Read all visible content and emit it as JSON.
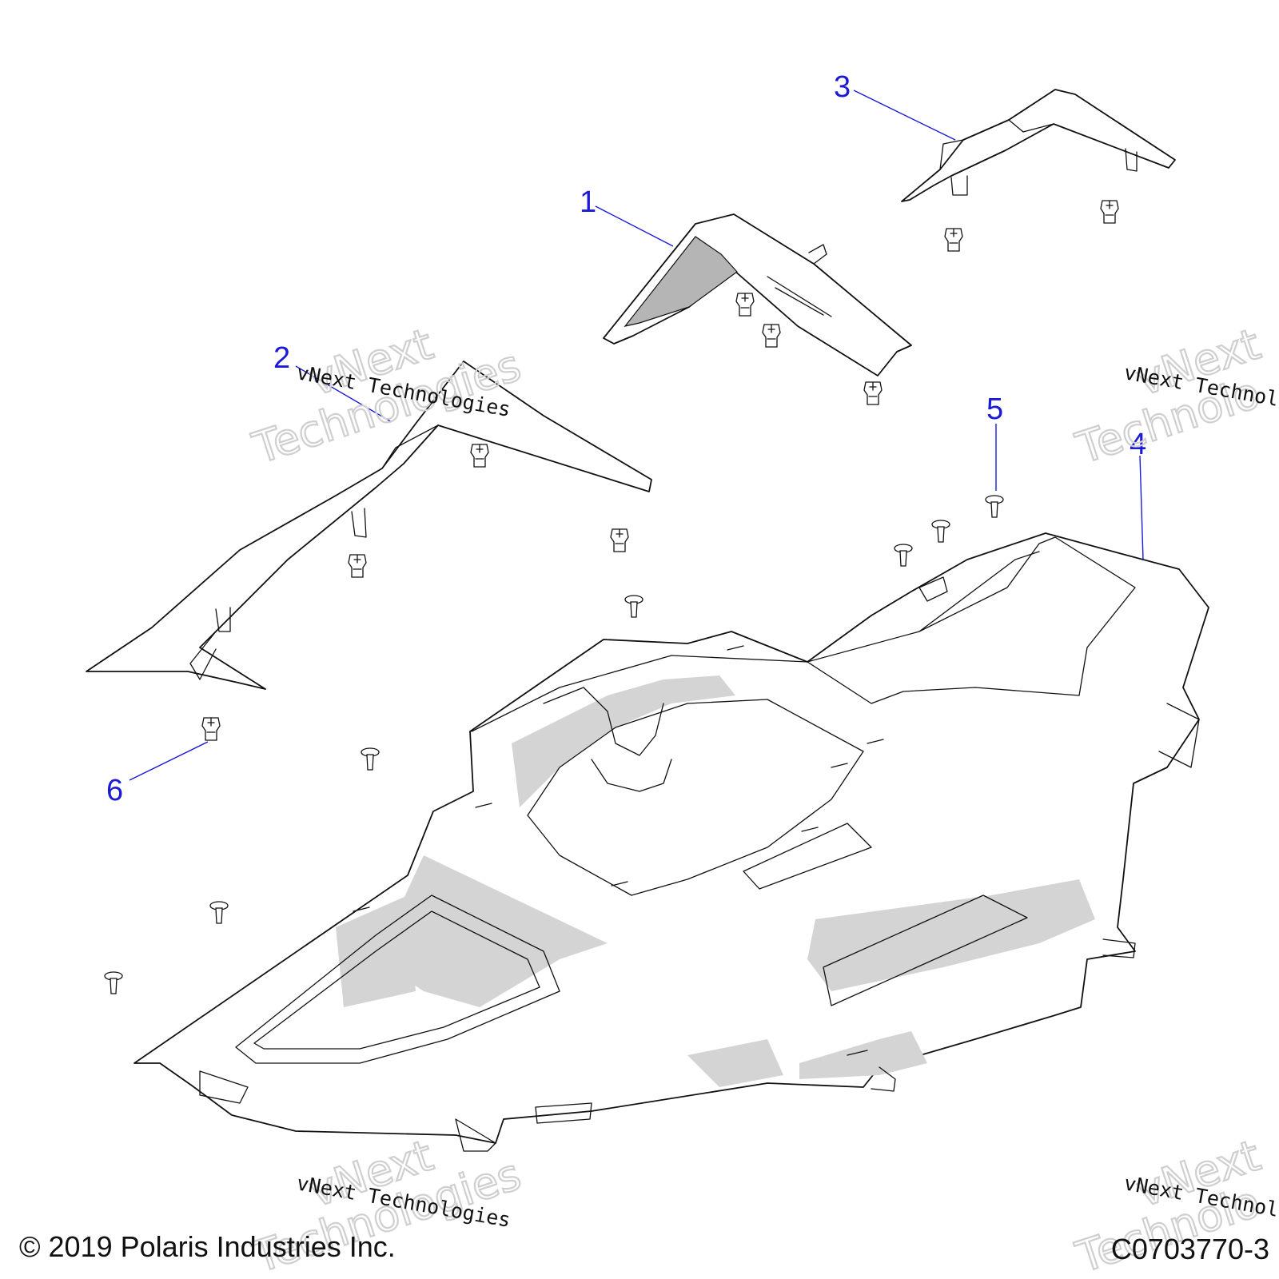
{
  "diagram": {
    "callouts": [
      {
        "id": "1",
        "label": "1"
      },
      {
        "id": "2",
        "label": "2"
      },
      {
        "id": "3",
        "label": "3"
      },
      {
        "id": "4",
        "label": "4"
      },
      {
        "id": "5",
        "label": "5"
      },
      {
        "id": "6",
        "label": "6"
      }
    ],
    "watermark": {
      "small_text": "vNext Technologies",
      "big_line_1": "vNext",
      "big_line_2": "Technologies",
      "small_text_cropped": "vNext Technolo",
      "big_line_2_cropped": "Technolo"
    },
    "footer": {
      "copyright": "© 2019 Polaris Industries Inc.",
      "code": "C0703770-3"
    }
  }
}
